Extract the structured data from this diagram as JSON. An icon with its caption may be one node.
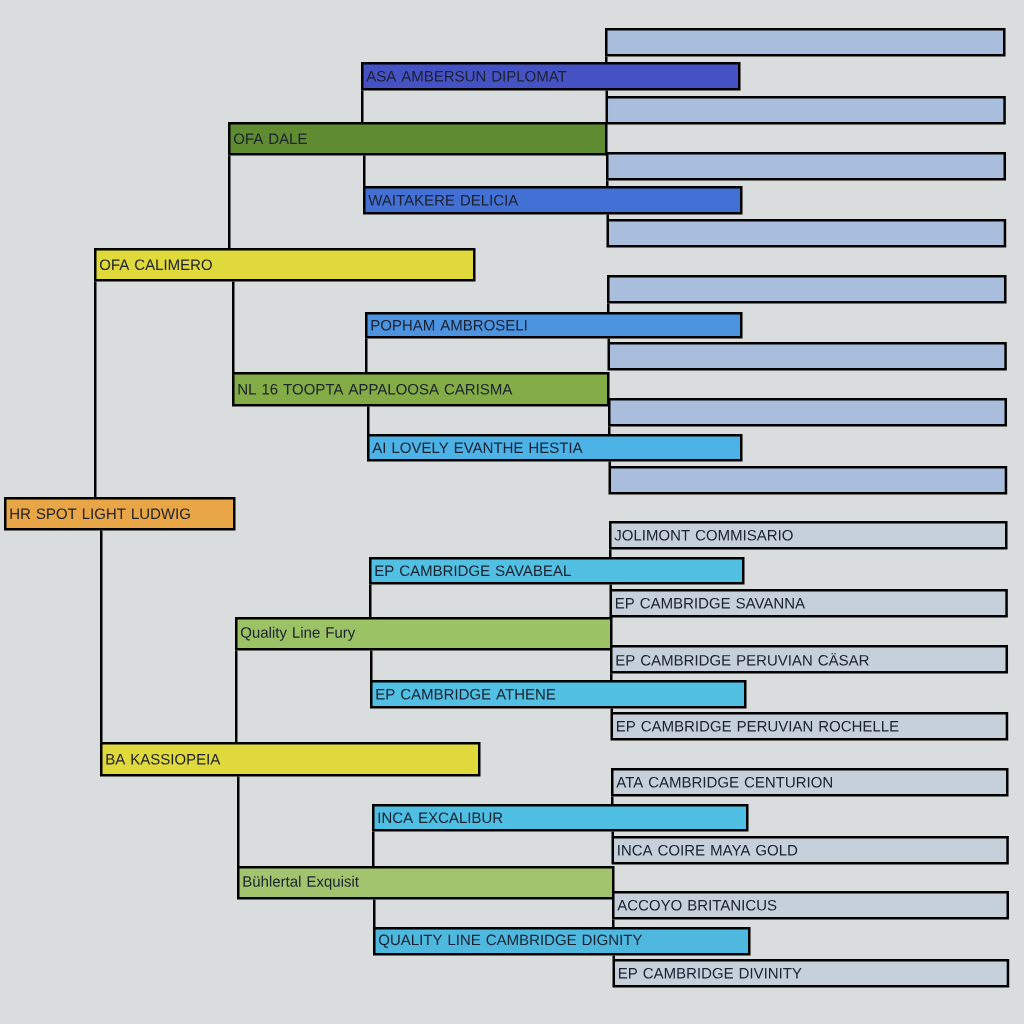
{
  "diagram": {
    "nodes": [
      {
        "text": [
          "HR SPOT LIGHT LUDWIG"
        ]
      },
      {
        "text": [
          "OFA CALIMERO"
        ]
      },
      {
        "text": [
          "BA KASSIOPEIA"
        ]
      },
      {
        "text": [
          "OFA DALE"
        ]
      },
      {
        "text": [
          "NL 16  TOOPTA APPALOOSA CARISMA"
        ]
      },
      {
        "text": [
          "Quality Line Fury"
        ]
      },
      {
        "text": [
          "Bühlertal Exquisit"
        ]
      },
      {
        "text": [
          "ASA AMBERSUN DIPLOMAT"
        ]
      },
      {
        "text": [
          "WAITAKERE DELICIA"
        ]
      },
      {
        "text": [
          "POPHAM AMBROSELI"
        ]
      },
      {
        "text": [
          "AI LOVELY EVANTHE HESTIA"
        ]
      },
      {
        "text": [
          "EP CAMBRIDGE SAVABEAL"
        ]
      },
      {
        "text": [
          "EP CAMBRIDGE ATHENE"
        ]
      },
      {
        "text": [
          "INCA EXCALIBUR"
        ]
      },
      {
        "text": [
          "QUALITY LINE CAMBRIDGE DIGNITY"
        ]
      },
      {
        "text": [],
        "shape": "box"
      },
      {
        "text": [],
        "shape": "box"
      },
      {
        "text": [],
        "shape": "box"
      },
      {
        "text": [],
        "shape": "box"
      },
      {
        "text": [],
        "shape": "box"
      },
      {
        "text": [],
        "shape": "box"
      },
      {
        "text": [],
        "shape": "box"
      },
      {
        "text": [],
        "shape": "box"
      },
      {
        "text": [
          "JOLIMONT COMMISARIO"
        ]
      },
      {
        "text": [
          "EP CAMBRIDGE SAVANNA"
        ]
      },
      {
        "text": [
          "EP CAMBRIDGE PERUVIAN CÄSAR"
        ]
      },
      {
        "text": [
          "EP CAMBRIDGE PERUVIAN ROCHELLE"
        ]
      },
      {
        "text": [
          "ATA CAMBRIDGE CENTURION"
        ]
      },
      {
        "text": [
          "INCA COIRE MAYA GOLD"
        ]
      },
      {
        "text": [
          "ACCOYO BRITANICUS"
        ]
      },
      {
        "text": [
          "EP CAMBRIDGE DIVINITY"
        ]
      }
    ],
    "edges": [
      {
        "from": 0,
        "to": 1,
        "arrow": "none"
      },
      {
        "from": 0,
        "to": 2,
        "arrow": "none"
      },
      {
        "from": 1,
        "to": 3,
        "arrow": "none"
      },
      {
        "from": 1,
        "to": 4,
        "arrow": "none"
      },
      {
        "from": 2,
        "to": 5,
        "arrow": "none"
      },
      {
        "from": 2,
        "to": 6,
        "arrow": "none"
      },
      {
        "from": 3,
        "to": 7,
        "arrow": "none"
      },
      {
        "from": 3,
        "to": 8,
        "arrow": "none"
      },
      {
        "from": 4,
        "to": 9,
        "arrow": "none"
      },
      {
        "from": 4,
        "to": 10,
        "arrow": "none"
      },
      {
        "from": 5,
        "to": 11,
        "arrow": "none"
      },
      {
        "from": 5,
        "to": 12,
        "arrow": "none"
      },
      {
        "from": 6,
        "to": 13,
        "arrow": "none"
      },
      {
        "from": 6,
        "to": 14,
        "arrow": "none"
      },
      {
        "from": 7,
        "to": 15,
        "arrow": "none"
      },
      {
        "from": 7,
        "to": 16,
        "arrow": "none"
      },
      {
        "from": 8,
        "to": 17,
        "arrow": "none"
      },
      {
        "from": 8,
        "to": 18,
        "arrow": "none"
      },
      {
        "from": 9,
        "to": 19,
        "arrow": "none"
      },
      {
        "from": 9,
        "to": 20,
        "arrow": "none"
      },
      {
        "from": 10,
        "to": 21,
        "arrow": "none"
      },
      {
        "from": 10,
        "to": 22,
        "arrow": "none"
      },
      {
        "from": 11,
        "to": 23,
        "arrow": "none"
      },
      {
        "from": 11,
        "to": 24,
        "arrow": "none"
      },
      {
        "from": 12,
        "to": 25,
        "arrow": "none"
      },
      {
        "from": 12,
        "to": 26,
        "arrow": "none"
      },
      {
        "from": 13,
        "to": 27,
        "arrow": "none"
      },
      {
        "from": 13,
        "to": 28,
        "arrow": "none"
      },
      {
        "from": 14,
        "to": 29,
        "arrow": "none"
      },
      {
        "from": 14,
        "to": 30,
        "arrow": "none"
      }
    ]
  }
}
